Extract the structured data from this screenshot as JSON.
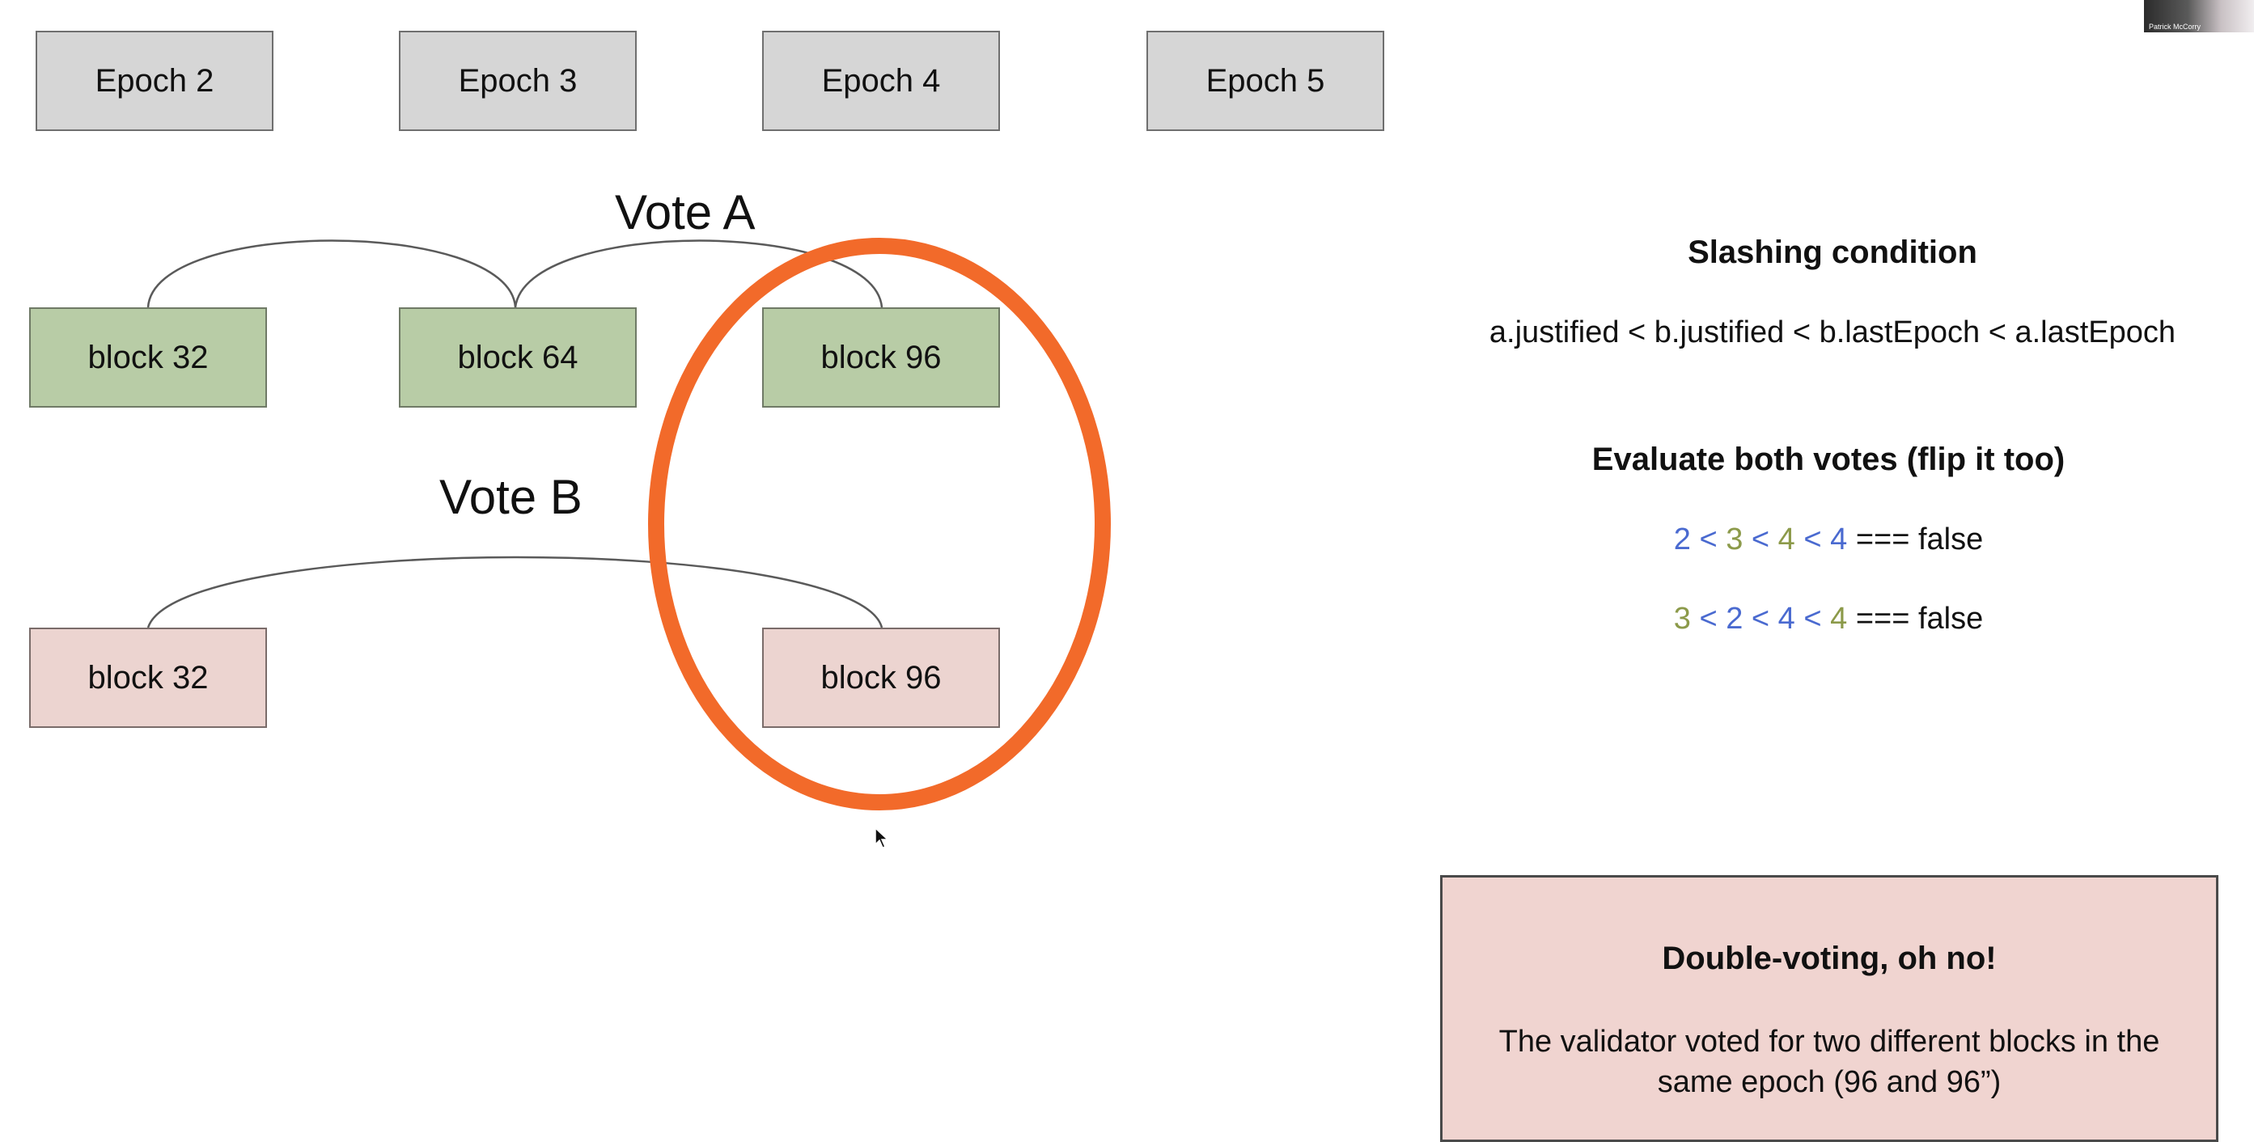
{
  "epochs": [
    "Epoch 2",
    "Epoch 3",
    "Epoch 4",
    "Epoch 5"
  ],
  "vote_a": {
    "label": "Vote A",
    "blocks": [
      "block 32",
      "block 64",
      "block 96"
    ]
  },
  "vote_b": {
    "label": "Vote B",
    "blocks": [
      "block 32",
      "block 96"
    ]
  },
  "slashing": {
    "title": "Slashing condition",
    "formula": "a.justified < b.justified < b.lastEpoch < a.lastEpoch"
  },
  "evaluate": {
    "title": "Evaluate both votes (flip it too)",
    "line1": {
      "t1": "2",
      "t2": "3",
      "t3": "4",
      "t4": "4",
      "result": "=== false"
    },
    "line2": {
      "t1": "3",
      "t2": "2",
      "t3": "4",
      "t4": "4",
      "result": "=== false"
    },
    "lt": "<"
  },
  "note": {
    "title": "Double-voting, oh no!",
    "body": "The validator voted for two different blocks in the same epoch (96 and 96”)"
  },
  "participant": {
    "name": "Patrick McCorry"
  },
  "colors": {
    "epoch_box": "#d6d6d6",
    "vote_a_block": "#b8cca6",
    "vote_b_block": "#ecd4d0",
    "highlight_ellipse": "#f26a2a",
    "term_blue": "#4a6ad0",
    "term_olive": "#8c9a4a",
    "note_background": "#f0d4d0"
  }
}
